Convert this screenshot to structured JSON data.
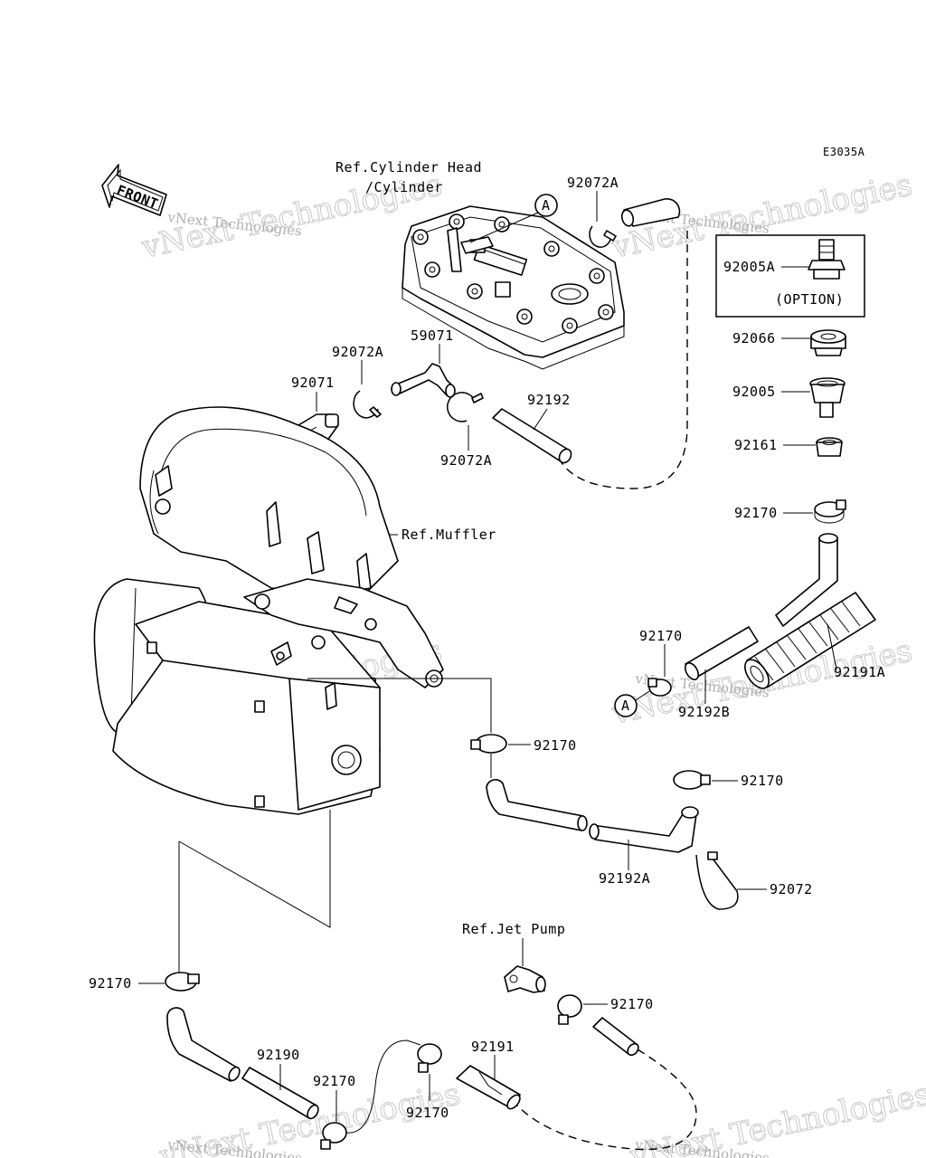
{
  "diagram_code": "E3035A",
  "front_label": "FRONT",
  "callout_letter": "A",
  "refs": {
    "cylinder_head_1": "Ref.Cylinder Head",
    "cylinder_head_2": "/Cylinder",
    "muffler": "Ref.Muffler",
    "jet_pump": "Ref.Jet Pump"
  },
  "option_label": "(OPTION)",
  "parts": {
    "p92072A_top": "92072A",
    "p92072A_left": "92072A",
    "p92072A_mid": "92072A",
    "p59071": "59071",
    "p92071": "92071",
    "p92192": "92192",
    "p92005A": "92005A",
    "p92066": "92066",
    "p92005": "92005",
    "p92161": "92161",
    "p92170_right": "92170",
    "p92170_a": "92170",
    "p92191A": "92191A",
    "p92192B": "92192B",
    "p92170_center": "92170",
    "p92170_mid_right": "92170",
    "p92192A": "92192A",
    "p92072": "92072",
    "p92170_left": "92170",
    "p92190": "92190",
    "p92170_bottom": "92170",
    "p92170_bottom2": "92170",
    "p92191": "92191",
    "p92170_jet": "92170"
  },
  "watermark": {
    "big": "vNext Technologies",
    "small": "vNext Technologies"
  }
}
